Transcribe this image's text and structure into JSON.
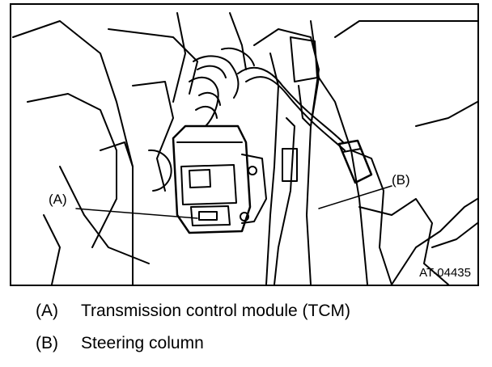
{
  "figure": {
    "callouts": {
      "a": "(A)",
      "b": "(B)"
    },
    "code": "AT-04435"
  },
  "legend": [
    {
      "key": "(A)",
      "text": "Transmission control module (TCM)"
    },
    {
      "key": "(B)",
      "text": "Steering column"
    }
  ]
}
